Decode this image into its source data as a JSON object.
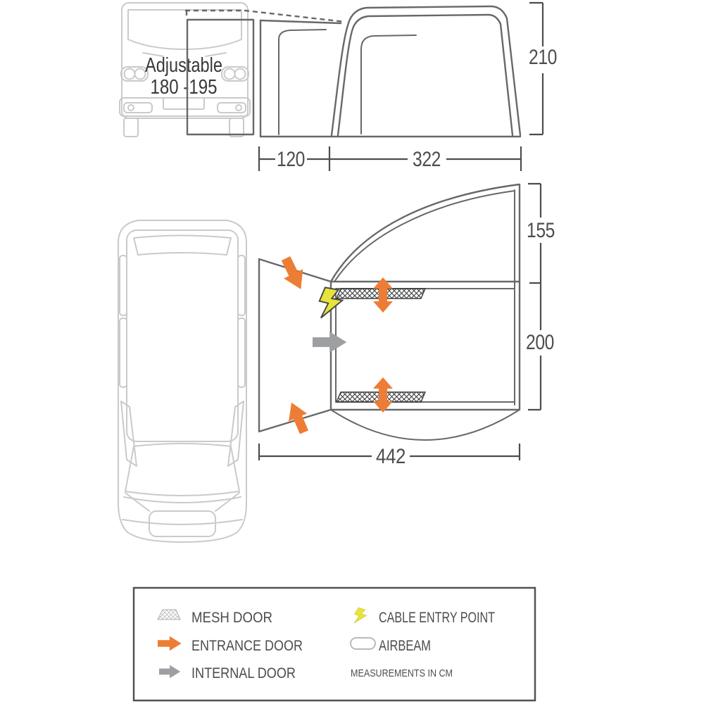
{
  "side_view": {
    "van_label_line1": "Adjustable",
    "van_label_line2": "180 -195",
    "awning_height_cm": "210",
    "tunnel_length_cm": "120",
    "awning_depth_cm": "322"
  },
  "plan_view": {
    "porch_depth_cm": "155",
    "main_room_depth_cm": "200",
    "total_width_cm": "442"
  },
  "legend": {
    "items": [
      {
        "icon": "mesh-door-icon",
        "label": "MESH DOOR"
      },
      {
        "icon": "entrance-door-arrow-icon",
        "label": "ENTRANCE DOOR"
      },
      {
        "icon": "internal-door-arrow-icon",
        "label": "INTERNAL DOOR"
      },
      {
        "icon": "cable-entry-lightning-icon",
        "label": "CABLE ENTRY POINT"
      },
      {
        "icon": "airbeam-icon",
        "label": "AIRBEAM"
      }
    ],
    "note": "MEASUREMENTS IN CM"
  },
  "colors": {
    "entrance_door_orange": "#ED7D34",
    "internal_door_gray": "#9D9FA2",
    "cable_entry_yellow": "#E8E43A",
    "structure_line_gray": "#66686A",
    "dimension_text_gray": "#4B4D4F"
  }
}
